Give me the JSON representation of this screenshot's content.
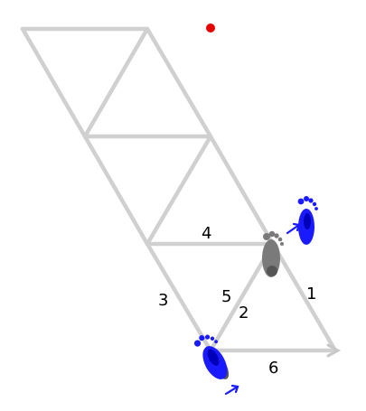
{
  "diagram": {
    "edge_labels": {
      "e1": "1",
      "e2": "2",
      "e3": "3",
      "e4": "4",
      "e5": "5",
      "e6": "6"
    },
    "colors": {
      "grid_edge": "#d0d0d0",
      "footprint_blue": "#1a1aff",
      "footprint_gray": "#7a7a7a",
      "marker_red": "#e60000",
      "label_text": "#000000"
    },
    "icons": {
      "marker": "red-dot-icon",
      "footprint_current": "blue-footprint-icon",
      "footprint_previous": "gray-footprint-icon",
      "direction": "direction-arrow-icon"
    }
  }
}
